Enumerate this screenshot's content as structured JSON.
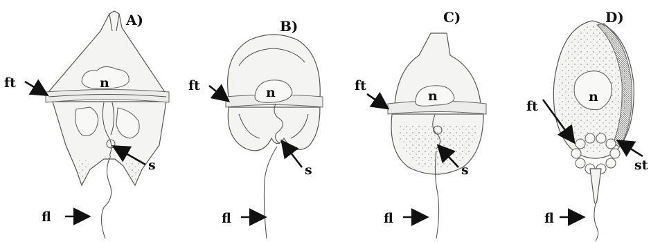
{
  "panels": [
    {
      "panel_label": "A)",
      "labels": {
        "girdle": "ft",
        "nucleus": "n",
        "sulcus": "s",
        "flagellum": "fl"
      }
    },
    {
      "panel_label": "B)",
      "labels": {
        "girdle": "ft",
        "nucleus": "n",
        "sulcus": "s",
        "flagellum": "fl"
      }
    },
    {
      "panel_label": "C)",
      "labels": {
        "girdle": "ft",
        "nucleus": "n",
        "sulcus": "s",
        "flagellum": "fl"
      }
    },
    {
      "panel_label": "D)",
      "labels": {
        "girdle": "ft",
        "nucleus": "n",
        "stalk": "st",
        "flagellum": "fl"
      }
    }
  ],
  "colors": {
    "ink": "#111111",
    "cell_outline": "#555555",
    "cell_fill": "#f4f4f2",
    "background": "#ffffff"
  }
}
